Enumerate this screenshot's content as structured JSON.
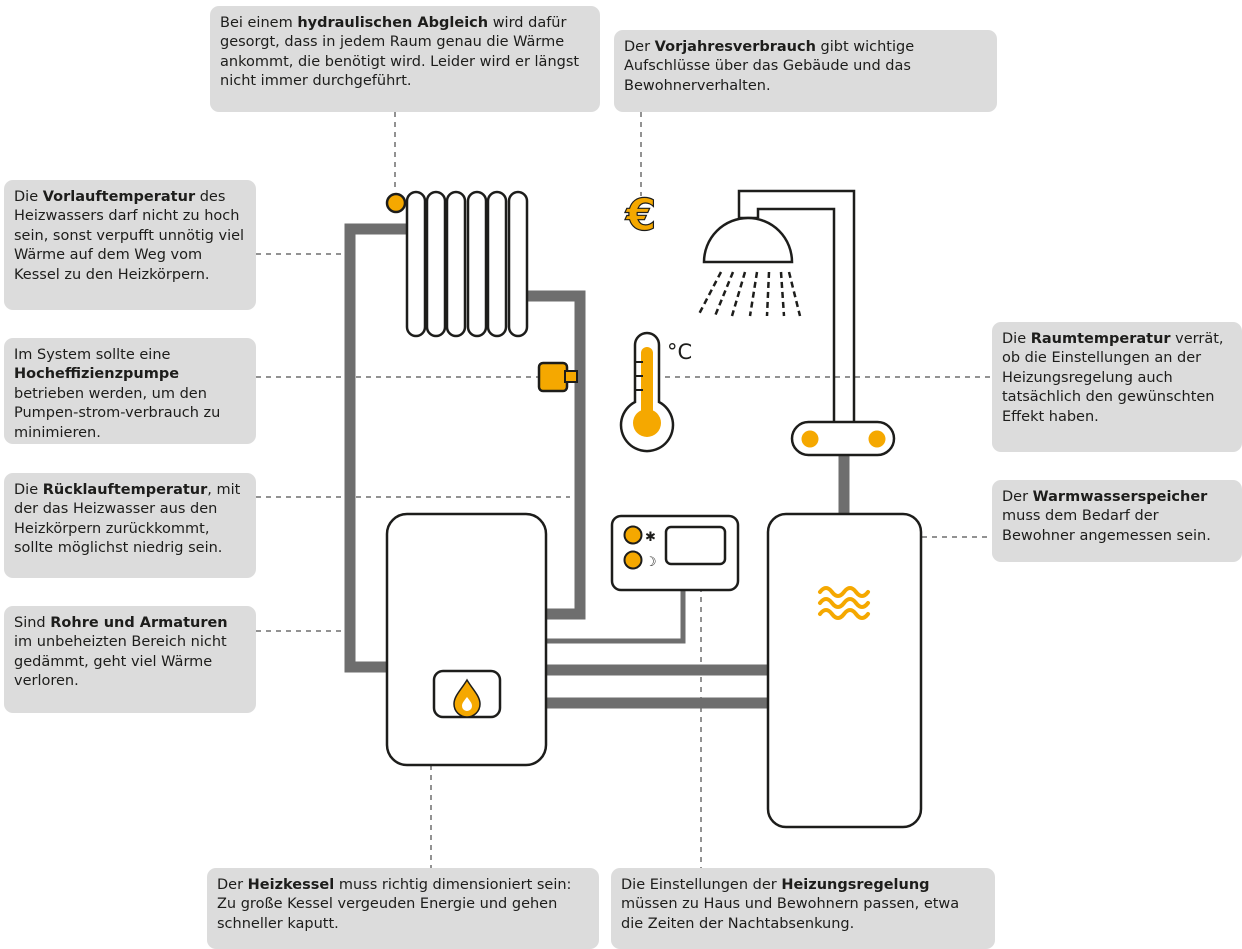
{
  "callouts": {
    "hydraulic": {
      "pre": "Bei einem ",
      "bold": "hydraulischen Abgleich",
      "post": " wird dafür gesorgt, dass in jedem Raum genau die Wärme ankommt, die benötigt wird. Leider wird er längst nicht immer durchgeführt."
    },
    "consumption": {
      "pre": "Der ",
      "bold": "Vorjahresverbrauch",
      "post": " gibt wichtige Aufschlüsse über das Gebäude und das Bewohnerverhalten."
    },
    "flow_temp": {
      "pre": "Die ",
      "bold": "Vorlauftemperatur",
      "post": " des Heizwassers darf nicht zu hoch sein, sonst verpufft unnötig viel Wärme auf dem Weg vom Kessel zu den Heizkörpern."
    },
    "pump": {
      "pre": "Im System sollte eine ",
      "bold": "Hocheffizienzpumpe",
      "post": " betrieben werden, um den Pumpen-strom-verbrauch zu minimieren."
    },
    "return_temp": {
      "pre": "Die ",
      "bold": "Rücklauftemperatur",
      "post": ", mit der das Heizwasser aus den Heizkörpern zurückkommt, sollte möglichst niedrig sein."
    },
    "pipes": {
      "pre": "Sind ",
      "bold": "Rohre und Armaturen",
      "post": " im unbeheizten Bereich nicht gedämmt, geht viel Wärme verloren."
    },
    "room_temp": {
      "pre": "Die ",
      "bold": "Raumtemperatur",
      "post": " verrät, ob die Einstellungen an der Heizungsregelung auch tatsächlich den gewünschten Effekt haben."
    },
    "storage": {
      "pre": "Der ",
      "bold": "Warmwasserspeicher",
      "post": " muss dem Bedarf der Bewohner angemessen sein."
    },
    "boiler": {
      "pre": "Der ",
      "bold": "Heizkessel",
      "post": " muss richtig dimensioniert sein: Zu große Kessel vergeuden Energie und gehen schneller kaputt."
    },
    "control": {
      "pre": "Die Einstellungen der ",
      "bold": "Heizungsregelung",
      "post": " müssen zu Haus und Bewohnern passen, etwa die Zeiten der Nachtabsenkung."
    }
  },
  "symbols": {
    "euro": "€",
    "celsius": "°C",
    "sun": "✱",
    "moon": "☽"
  },
  "colors": {
    "accent": "#f5a800",
    "pipe": "#6e6e6e",
    "outline": "#1d1d1b",
    "callout_bg": "#dcdcdc"
  }
}
